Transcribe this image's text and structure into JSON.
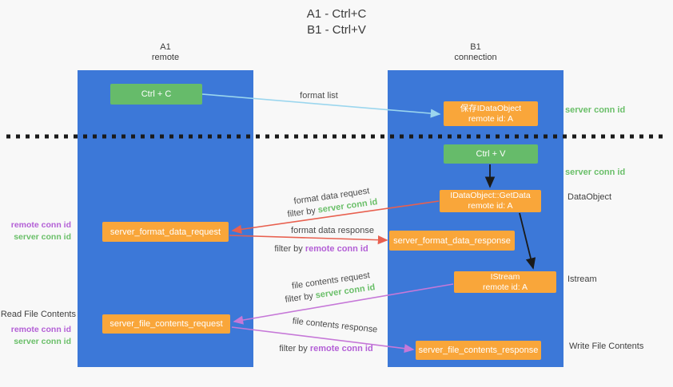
{
  "page": {
    "title_line1": "A1 - Ctrl+C",
    "title_line2": "B1 - Ctrl+V"
  },
  "lanes": {
    "left": {
      "title": "A1",
      "subtitle": "remote"
    },
    "right": {
      "title": "B1",
      "subtitle": "connection"
    }
  },
  "nodes": {
    "ctrl_c": {
      "label": "Ctrl + C"
    },
    "save_idataobject": {
      "line1": "保存IDataObject",
      "line2": "remote id: A"
    },
    "ctrl_v": {
      "label": "Ctrl + V"
    },
    "getdata": {
      "line1": "IDataObject::GetData",
      "line2": "remote id: A"
    },
    "format_request": {
      "label": "server_format_data_request"
    },
    "format_response": {
      "label": "server_format_data_response"
    },
    "istream": {
      "line1": "IStream",
      "line2": "remote id: A"
    },
    "file_request": {
      "label": "server_file_contents_request"
    },
    "file_response": {
      "label": "server_file_contents_response"
    }
  },
  "edge_labels": {
    "format_list": "format list",
    "format_data_request": "format data request",
    "format_data_response": "format data response",
    "file_contents_request": "file contents request",
    "file_contents_response": "file contents response",
    "filter_by": "filter by ",
    "server_conn_id": "server conn id",
    "remote_conn_id": "remote conn id"
  },
  "annotations": {
    "server_conn_id_top": "server conn id",
    "server_conn_id_mid": "server conn id",
    "dataobject": "DataObject",
    "istream": "Istream",
    "write_file_contents": "Write File Contents",
    "read_file_contents": "Read File Contents",
    "remote_conn_id_left1": "remote conn id",
    "server_conn_id_left1": "server conn id",
    "remote_conn_id_left2": "remote conn id",
    "server_conn_id_left2": "server conn id"
  },
  "colors": {
    "lane_blue": "#3c78d8",
    "box_green": "#66bb6a",
    "box_orange": "#f9a63a",
    "arrow_lightblue": "#9bd6ee",
    "arrow_red": "#e8604f",
    "arrow_purple": "#c678d8",
    "arrow_black": "#1a1a1a",
    "text_green": "#6abf69",
    "text_purple": "#b35fd6",
    "text_dark": "#3f3f3f"
  }
}
